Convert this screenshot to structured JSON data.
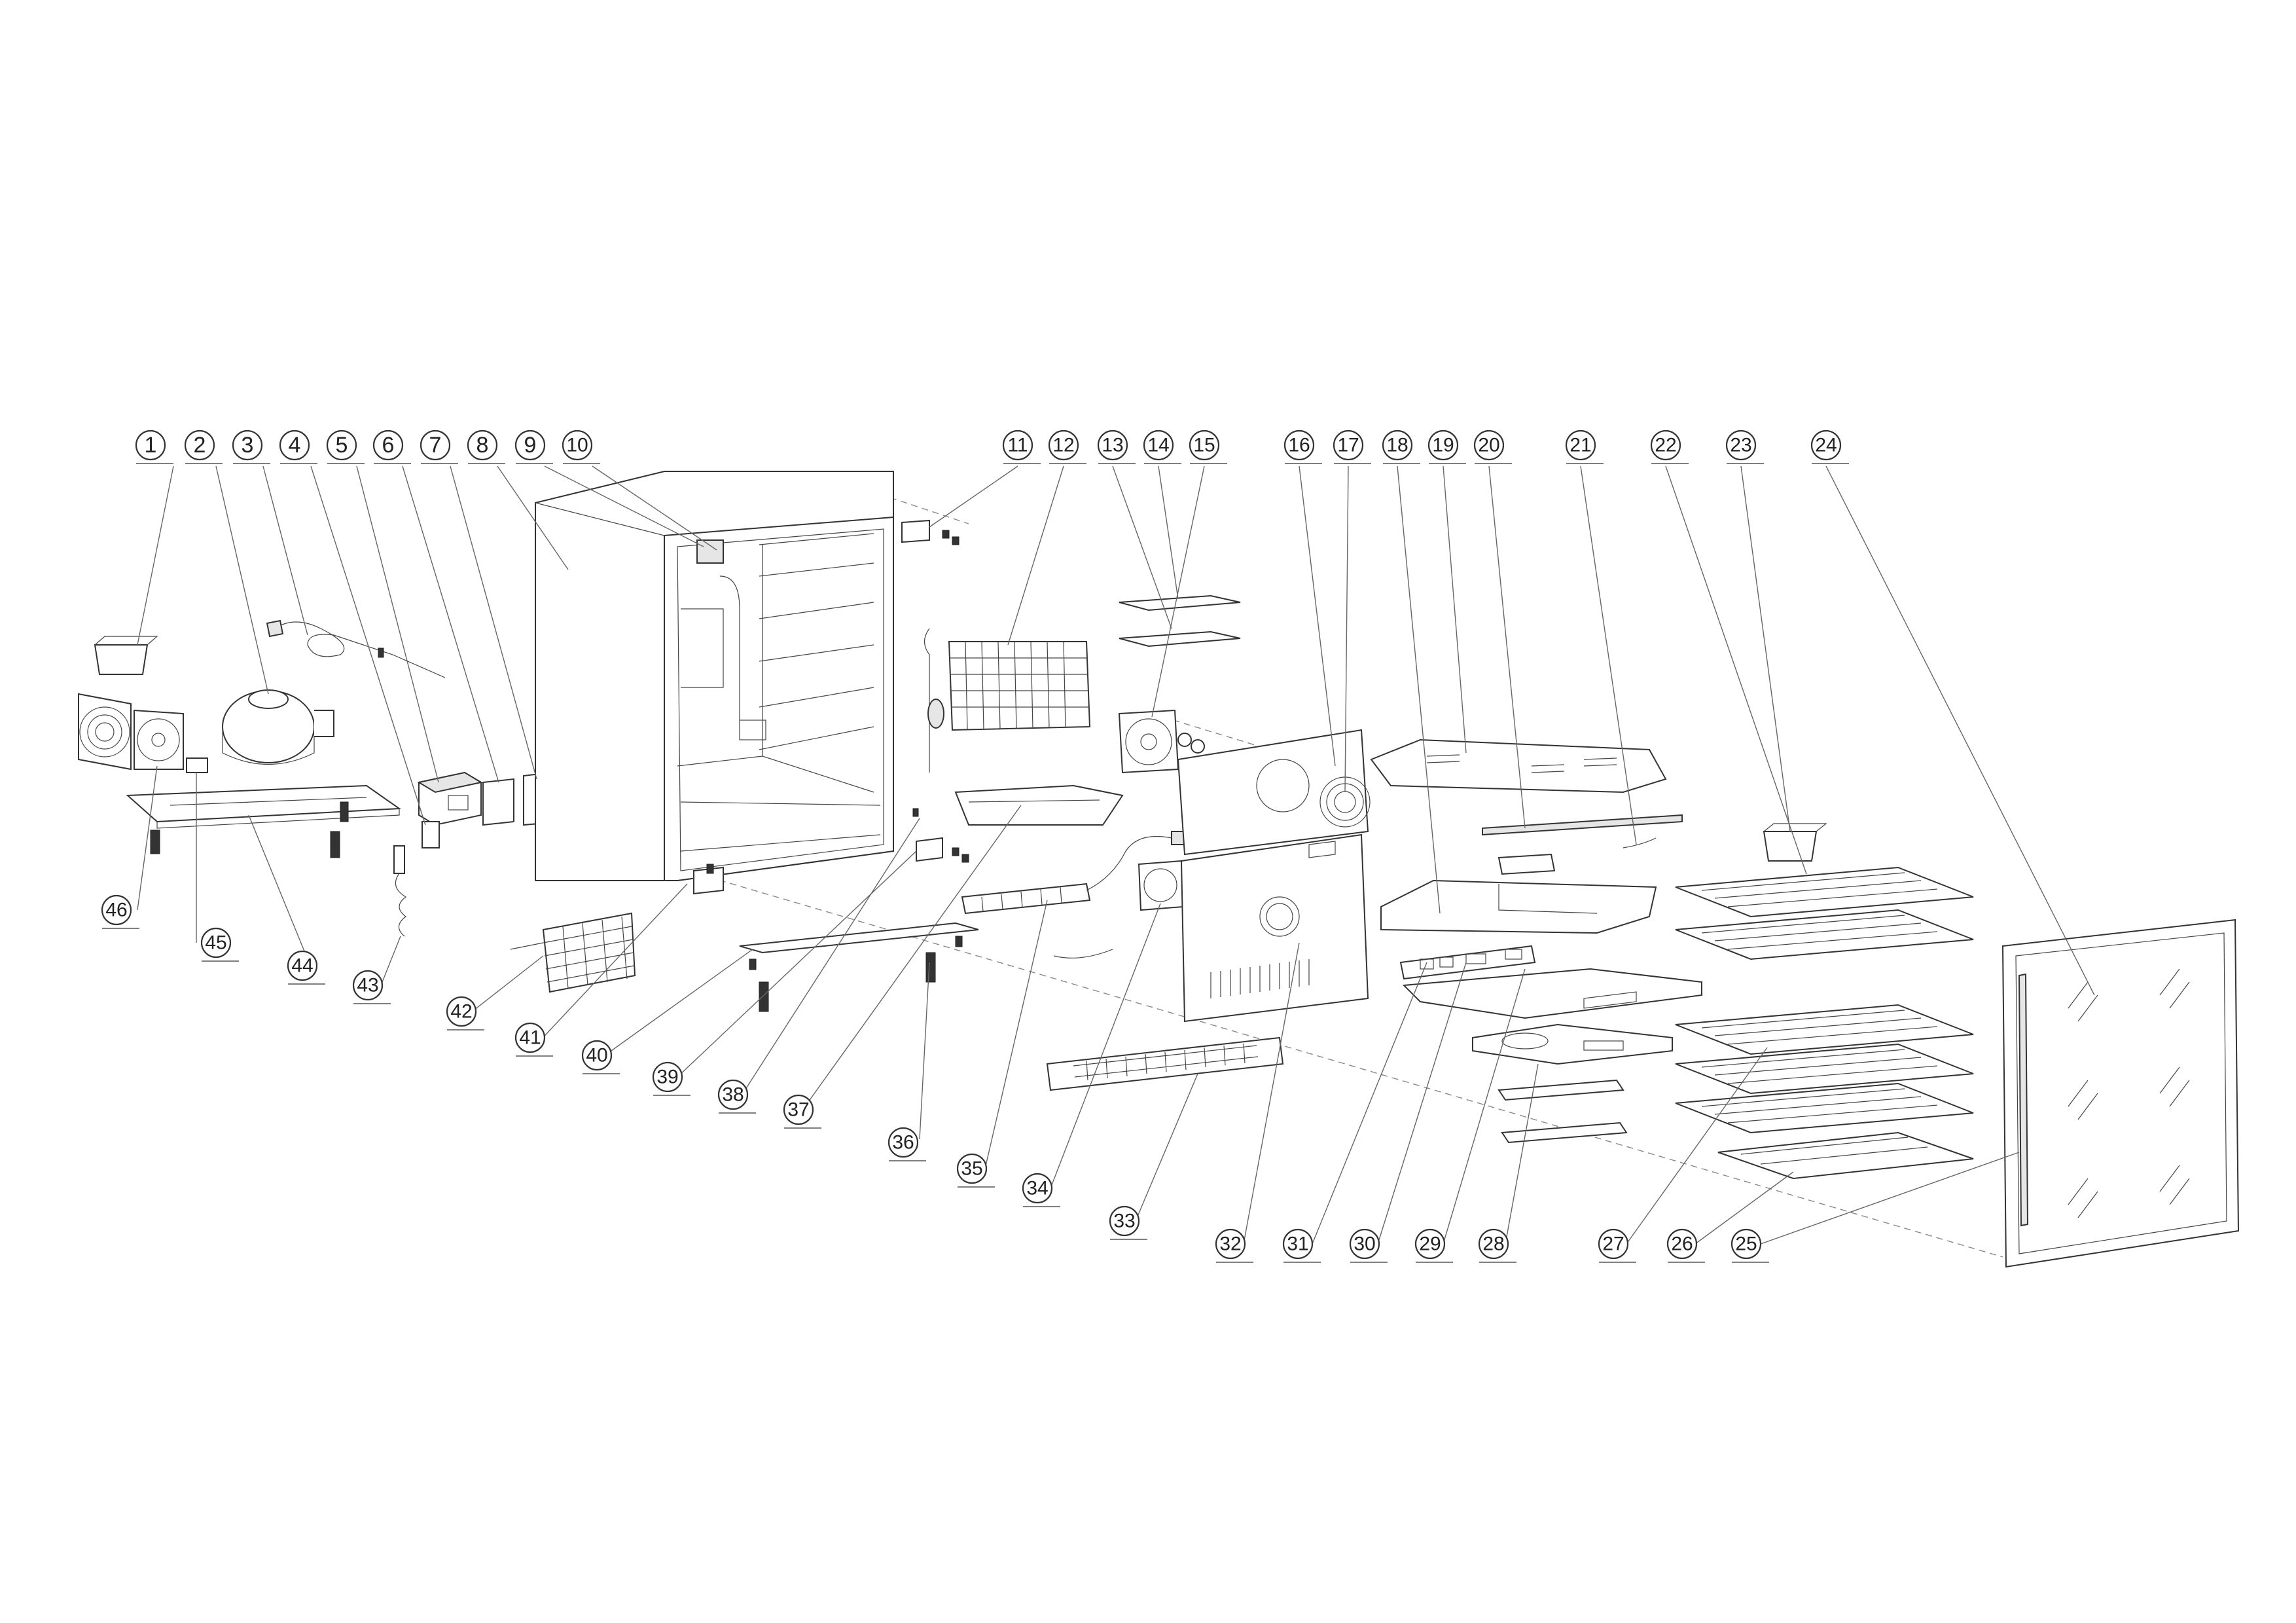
{
  "diagram": {
    "callouts_top": [
      "1",
      "2",
      "3",
      "4",
      "5",
      "6",
      "7",
      "8",
      "9",
      "10",
      "11",
      "12",
      "13",
      "14",
      "15",
      "16",
      "17",
      "18",
      "19",
      "20",
      "21",
      "22",
      "23",
      "24"
    ],
    "callouts_bottom": [
      "46",
      "45",
      "44",
      "43",
      "42",
      "41",
      "40",
      "39",
      "38",
      "37",
      "36",
      "35",
      "34",
      "33",
      "32",
      "31",
      "30",
      "29",
      "28",
      "27",
      "26",
      "25"
    ]
  }
}
